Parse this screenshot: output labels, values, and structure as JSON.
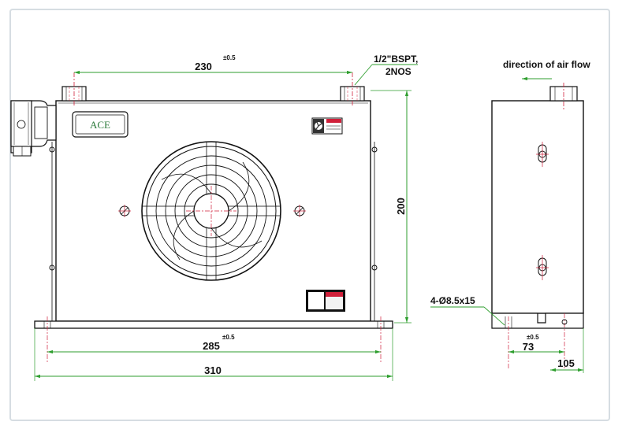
{
  "drawing": {
    "brand_label": "ACE",
    "air_flow_label": "direction of air flow",
    "port_callout": {
      "line1": "1/2\"BSPT,",
      "line2": "2NOS"
    },
    "hole_callout": "4-Ø8.5x15",
    "dimensions": {
      "port_spacing": "230",
      "port_spacing_tol": "±0.5",
      "height": "200",
      "mount_spacing": "285",
      "mount_spacing_tol": "±0.5",
      "overall_width": "310",
      "depth_mount": "73",
      "depth_mount_tol": "±0.5",
      "depth_overall": "105"
    },
    "colors": {
      "outline": "#111111",
      "dimension_line": "#2e9e2e",
      "center_line": "#d0203a",
      "frame": "#d6dde2"
    }
  }
}
